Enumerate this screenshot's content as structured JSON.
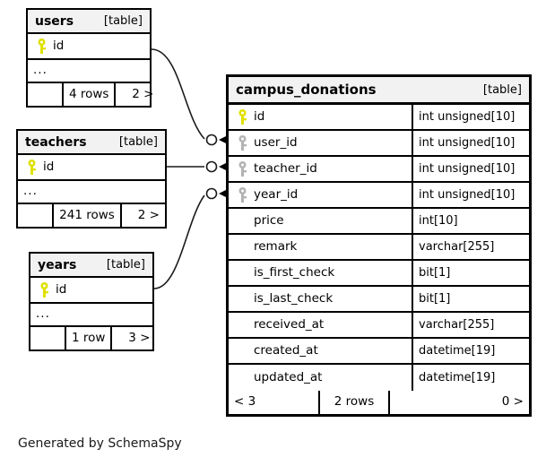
{
  "diagram": {
    "caption": "Generated by SchemaSpy",
    "kind_label": "[table]",
    "ellipsis": "...",
    "colors": {
      "primary_key": "#e0e000",
      "foreign_key": "#b3b3b3",
      "header_background": "#f2f2f2",
      "border": "#000000",
      "background": "#ffffff"
    }
  },
  "tables": {
    "users": {
      "name": "users",
      "kind": "[table]",
      "columns": [
        {
          "name": "id",
          "key": "primary"
        }
      ],
      "footer": {
        "left": "",
        "middle": "4 rows",
        "right": "2 >"
      }
    },
    "teachers": {
      "name": "teachers",
      "kind": "[table]",
      "columns": [
        {
          "name": "id",
          "key": "primary"
        }
      ],
      "footer": {
        "left": "",
        "middle": "241 rows",
        "right": "2 >"
      }
    },
    "years": {
      "name": "years",
      "kind": "[table]",
      "columns": [
        {
          "name": "id",
          "key": "primary"
        }
      ],
      "footer": {
        "left": "",
        "middle": "1 row",
        "right": "3 >"
      }
    },
    "campus_donations": {
      "name": "campus_donations",
      "kind": "[table]",
      "columns": [
        {
          "name": "id",
          "type": "int unsigned[10]",
          "key": "primary"
        },
        {
          "name": "user_id",
          "type": "int unsigned[10]",
          "key": "foreign"
        },
        {
          "name": "teacher_id",
          "type": "int unsigned[10]",
          "key": "foreign"
        },
        {
          "name": "year_id",
          "type": "int unsigned[10]",
          "key": "foreign"
        },
        {
          "name": "price",
          "type": "int[10]",
          "key": "none"
        },
        {
          "name": "remark",
          "type": "varchar[255]",
          "key": "none"
        },
        {
          "name": "is_first_check",
          "type": "bit[1]",
          "key": "none"
        },
        {
          "name": "is_last_check",
          "type": "bit[1]",
          "key": "none"
        },
        {
          "name": "received_at",
          "type": "varchar[255]",
          "key": "none"
        },
        {
          "name": "created_at",
          "type": "datetime[19]",
          "key": "none"
        },
        {
          "name": "updated_at",
          "type": "datetime[19]",
          "key": "none"
        }
      ],
      "footer": {
        "left": "< 3",
        "middle": "2 rows",
        "right": "0 >"
      }
    }
  },
  "relationships": [
    {
      "from_table": "users",
      "from_column": "id",
      "to_table": "campus_donations",
      "to_column": "user_id"
    },
    {
      "from_table": "teachers",
      "from_column": "id",
      "to_table": "campus_donations",
      "to_column": "teacher_id"
    },
    {
      "from_table": "years",
      "from_column": "id",
      "to_table": "campus_donations",
      "to_column": "year_id"
    }
  ]
}
